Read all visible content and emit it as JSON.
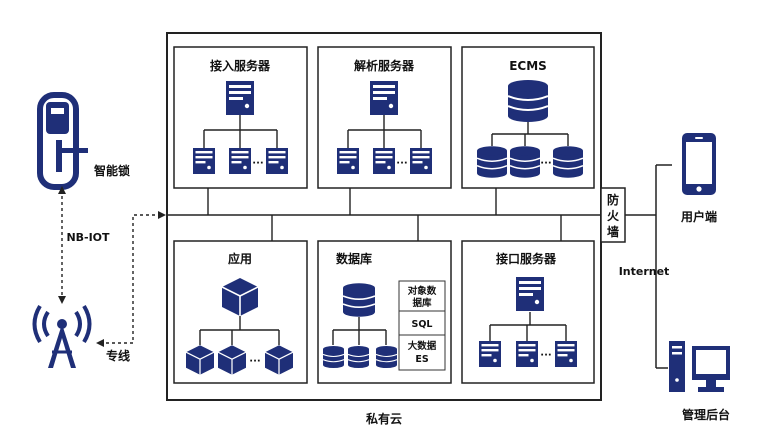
{
  "colors": {
    "navy": "#1f2f78",
    "line": "#222222",
    "bg": "#ffffff"
  },
  "cloud": {
    "label": "私有云",
    "boxes": {
      "access": {
        "title": "接入服务器",
        "icon": "server-cluster-icon"
      },
      "parse": {
        "title": "解析服务器",
        "icon": "server-cluster-icon"
      },
      "ecms": {
        "title": "ECMS",
        "icon": "database-cluster-icon"
      },
      "app": {
        "title": "应用",
        "icon": "cube-cluster-icon"
      },
      "db": {
        "title": "数据库",
        "icon": "database-cluster-icon",
        "stores": [
          {
            "line1": "对象数",
            "line2": "据库"
          },
          {
            "line1": "SQL",
            "line2": ""
          },
          {
            "line1": "大数据",
            "line2": "ES"
          }
        ]
      },
      "iface": {
        "title": "接口服务器",
        "icon": "server-cluster-icon"
      }
    },
    "ellipsis": "···"
  },
  "firewall": {
    "label": [
      "防",
      "火",
      "墙"
    ]
  },
  "left": {
    "smart_lock": "智能锁",
    "nb_iot": "NB-IOT",
    "dedicated_line": "专线"
  },
  "right": {
    "user_end": "用户端",
    "internet": "Internet",
    "admin_backend": "管理后台"
  }
}
